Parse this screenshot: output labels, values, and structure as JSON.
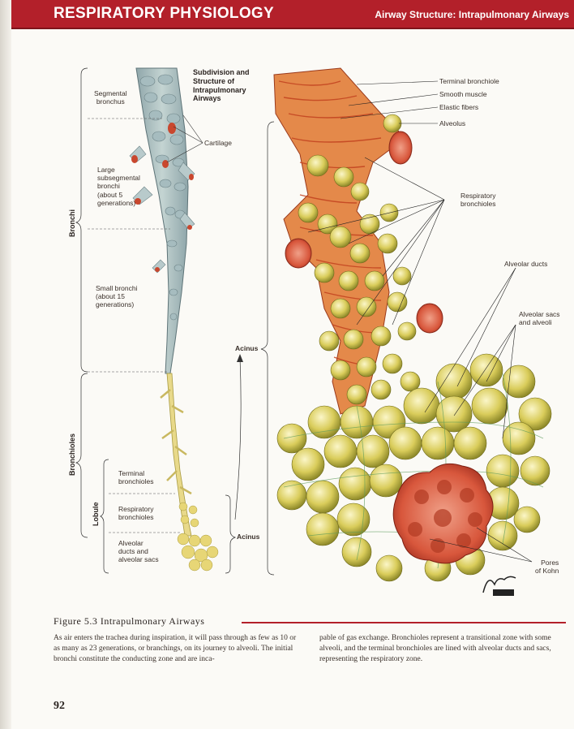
{
  "header": {
    "left_title": "RESPIRATORY PHYSIOLOGY",
    "right_title": "Airway Structure: Intrapulmonary Airways"
  },
  "left_diagram": {
    "title": "Subdivision and\nStructure of\nIntrapulmonary\nAirways",
    "labels": {
      "segmental": "Segmental\nbronchus",
      "cartilage": "Cartilage",
      "large_subseg": "Large\nsubsegmental\nbronchi\n(about 5\ngenerations)",
      "small_bronchi": "Small bronchi\n(about 15\ngenerations)",
      "terminal_bronchioles": "Terminal\nbronchioles",
      "respiratory_bronchioles": "Respiratory\nbronchioles",
      "alveolar_ducts": "Alveolar\nducts and\nalveolar sacs",
      "acinus_upper": "Acinus",
      "acinus_lower": "Acinus"
    },
    "side_labels": {
      "bronchi": "Bronchi",
      "bronchioles": "Bronchioles",
      "lobule": "Lobule"
    }
  },
  "right_diagram": {
    "labels": {
      "terminal_bronchiole": "Terminal bronchiole",
      "smooth_muscle": "Smooth muscle",
      "elastic_fibers": "Elastic fibers",
      "alveolus": "Alveolus",
      "respiratory_bronchioles": "Respiratory\nbronchioles",
      "alveolar_ducts": "Alveolar ducts",
      "alveolar_sacs": "Alveolar sacs\nand alveoli",
      "pores_of_kohn": "Pores\nof Kohn"
    }
  },
  "figure": {
    "title": "Figure 5.3   Intrapulmonary Airways"
  },
  "body": {
    "col1": "As air enters the trachea during inspiration, it will pass through as few as 10 or as many as 23 generations, or branchings, on its journey to alveoli. The initial bronchi constitute the conducting zone and are inca-",
    "col2": "pable of gas exchange. Bronchioles represent a transitional zone with some alveoli, and the terminal bronchioles are lined with alveolar ducts and sacs, representing the respiratory zone."
  },
  "page_number": "92",
  "colors": {
    "header_red": "#b3202a",
    "bronchus_blue": "#a9c0c4",
    "bronchiole_yellow": "#e8d98a",
    "alveoli_yellow": "#d8cf5c",
    "muscle_red": "#d85a3a"
  }
}
